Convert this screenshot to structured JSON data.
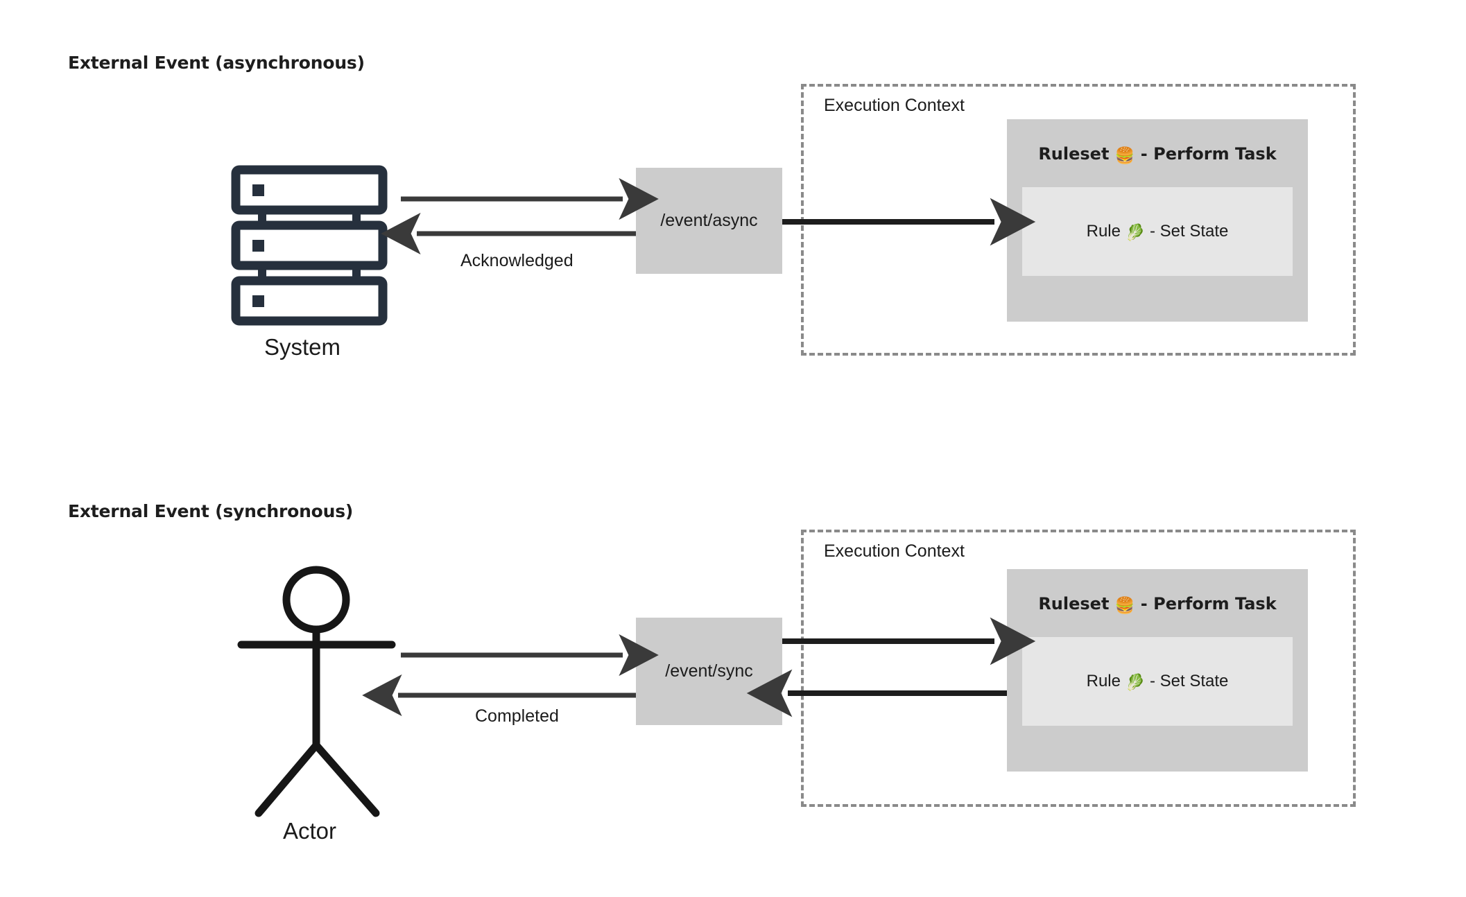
{
  "diagram": {
    "title_async": "External Event (asynchronous)",
    "title_sync": "External Event (synchronous)"
  },
  "sections": [
    {
      "id": "asynchronous",
      "heading": "External Event (asynchronous)",
      "source_caption": "System",
      "source_icon": "server-rack-icon",
      "endpoint_label": "/event/async",
      "return_label": "Acknowledged",
      "exec_context_label": "Execution Context",
      "ruleset_label": "Ruleset 🍔 - Perform Task",
      "ruleset_label_text": "Ruleset ",
      "ruleset_emoji": "🍔",
      "ruleset_label_tail": " - Perform Task",
      "rule_label": "Rule 🥬 - Set State",
      "rule_label_text": "Rule ",
      "rule_emoji": "🥬",
      "rule_label_tail": " - Set State",
      "flows": [
        {
          "from": "System",
          "to": "/event/async",
          "direction": "right",
          "label": ""
        },
        {
          "from": "/event/async",
          "to": "System",
          "direction": "left",
          "label": "Acknowledged"
        },
        {
          "from": "/event/async",
          "to": "Ruleset 🍔 - Perform Task",
          "direction": "right",
          "label": ""
        }
      ]
    },
    {
      "id": "synchronous",
      "heading": "External Event (synchronous)",
      "source_caption": "Actor",
      "source_icon": "stick-figure-icon",
      "endpoint_label": "/event/sync",
      "return_label": "Completed",
      "exec_context_label": "Execution Context",
      "ruleset_label": "Ruleset 🍔 - Perform Task",
      "ruleset_label_text": "Ruleset ",
      "ruleset_emoji": "🍔",
      "ruleset_label_tail": " - Perform Task",
      "rule_label": "Rule 🥬 - Set State",
      "rule_label_text": "Rule ",
      "rule_emoji": "🥬",
      "rule_label_tail": " - Set State",
      "flows": [
        {
          "from": "Actor",
          "to": "/event/sync",
          "direction": "right",
          "label": ""
        },
        {
          "from": "/event/sync",
          "to": "Actor",
          "direction": "left",
          "label": "Completed"
        },
        {
          "from": "/event/sync",
          "to": "Ruleset 🍔 - Perform Task",
          "direction": "right",
          "label": ""
        },
        {
          "from": "Ruleset 🍔 - Perform Task",
          "to": "/event/sync",
          "direction": "left",
          "label": ""
        }
      ]
    }
  ],
  "colors": {
    "background": "#ffffff",
    "box_fill": "#cccccc",
    "inner_box_fill": "#e6e6e6",
    "dashed_border": "#8a8a8a",
    "arrow": "#3a3a3a",
    "text": "#1b1b1b",
    "server_icon": "#26303d",
    "actor_icon": "#161616"
  }
}
